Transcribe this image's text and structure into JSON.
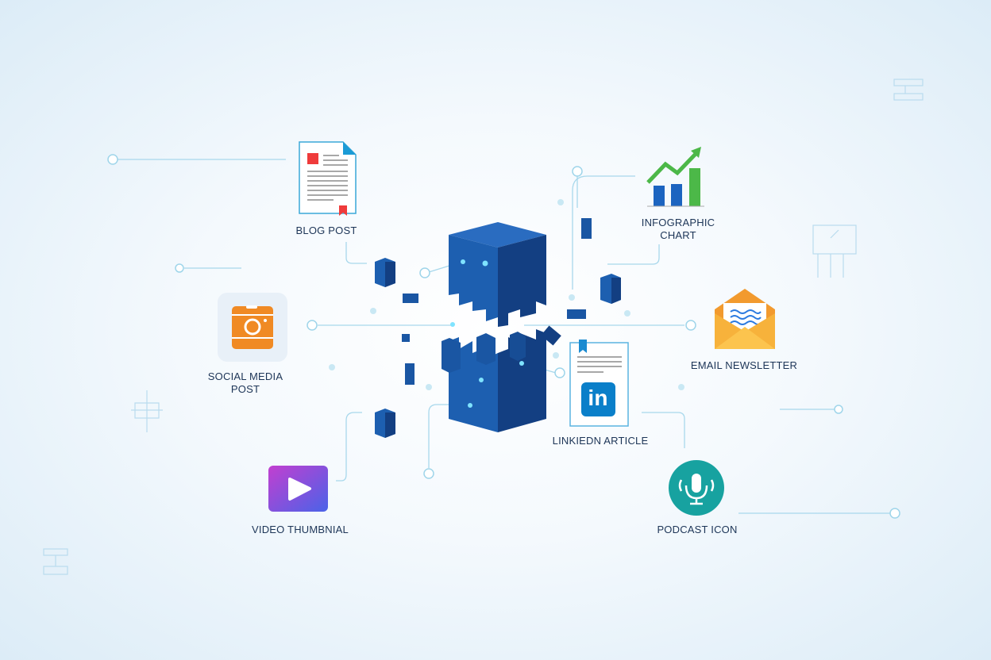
{
  "labels": {
    "blog_post": "BLOG POST",
    "infographic_line1": "INFOGRAPHIC",
    "infographic_line2": "CHART",
    "social_line1": "SOCIAL MEDIA",
    "social_line2": "POST",
    "email_newsletter": "EMAIL NEWSLETTER",
    "linkedin_article": "LINKIEDN ARTICLE",
    "video_thumbnail": "VIDEO THUMBNIAL",
    "podcast_icon": "PODCAST ICON",
    "linkedin_logo": "in"
  },
  "colors": {
    "cube_front": "#1d5fb0",
    "cube_side": "#123f82",
    "cube_top": "#2a6cc0",
    "line": "#a8d8ec",
    "camera": "#f08a24",
    "video_from": "#c23fd0",
    "video_to": "#4a63e8",
    "podcast": "#17a2a0",
    "envelope": "#f7b23b",
    "chart_green": "#4cb848",
    "chart_blue": "#1c64c0",
    "linkedin": "#0a7fc9"
  }
}
